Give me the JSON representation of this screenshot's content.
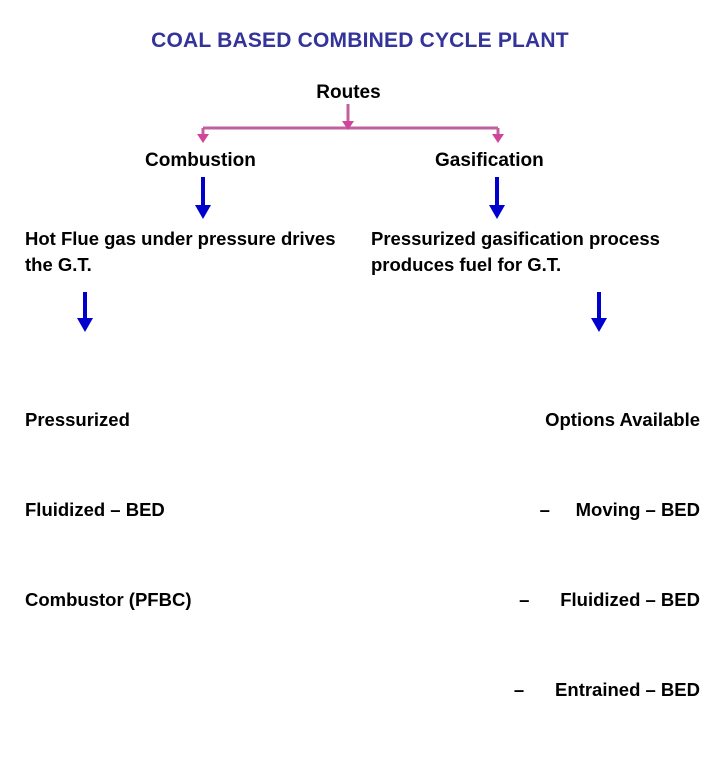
{
  "slide": {
    "title": "COAL BASED COMBINED CYCLE PLANT",
    "background_color": "#FFFFFF",
    "title_color": "#333399",
    "body_text_color": "#000000",
    "connector_pink": "#C0609F",
    "connector_blue": "#0000CC"
  },
  "diagram": {
    "root_label": "Routes",
    "branches": [
      {
        "label": "Combustion"
      },
      {
        "label": "Gasification"
      }
    ],
    "descriptions": {
      "left": "Hot Flue gas under pressure drives the G.T.",
      "right": "Pressurized gasification process produces fuel for G.T."
    },
    "outcomes": {
      "left": "Pressurized\nFluidized – BED\nCombustor (PFBC)",
      "right": "Options Available\n–\tMoving – BED\n–\tFluidized – BED\n–\tEntrained – BED"
    },
    "outcome_left_lines": [
      "Pressurized",
      "Fluidized – BED",
      "Combustor (PFBC)"
    ],
    "outcome_right_lines": [
      "Options Available",
      "–     Moving – BED",
      "–      Fluidized – BED",
      "–      Entrained – BED"
    ]
  }
}
